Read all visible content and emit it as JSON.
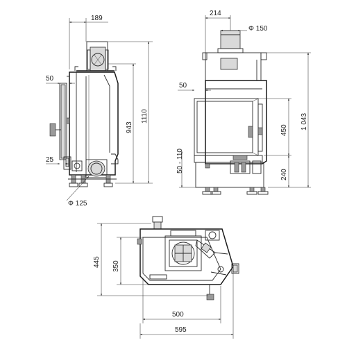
{
  "side_view": {
    "width_top": "189",
    "offset_50": "50",
    "height_943": "943",
    "height_1110": "1110",
    "offset_25": "25",
    "duct_diameter": "Φ 125"
  },
  "front_view": {
    "flue_offset": "214",
    "flue_diameter": "Φ 150",
    "offset_50": "50",
    "glass_height": "450",
    "base_height": "240",
    "adjust_range": "50 - 110",
    "total_height": "1 043"
  },
  "top_view": {
    "depth_445": "445",
    "depth_350": "350",
    "width_500": "500",
    "width_595": "595"
  }
}
